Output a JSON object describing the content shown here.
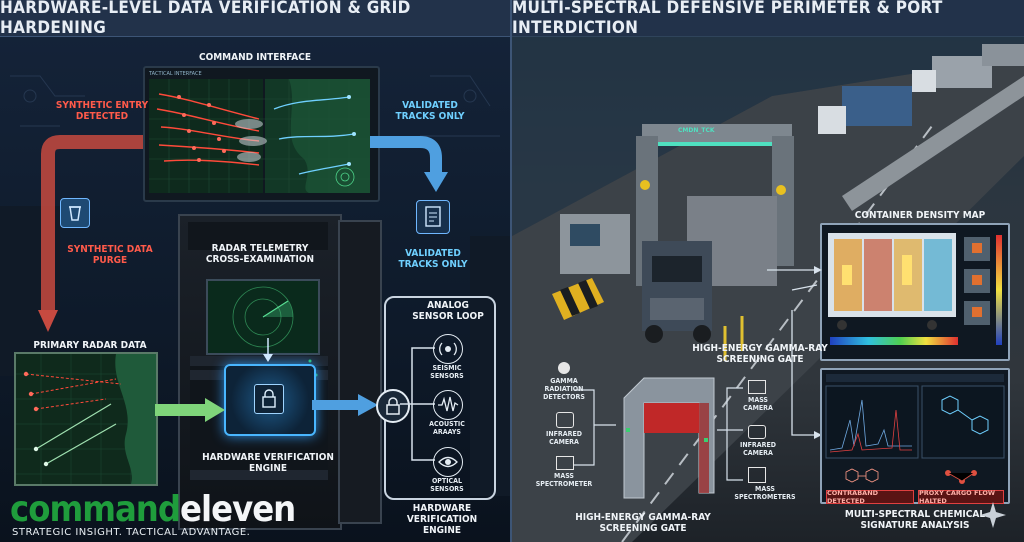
{
  "left": {
    "title": "HARDWARE-LEVEL DATA VERIFICATION & GRID HARDENING",
    "command_interface": "COMMAND INTERFACE",
    "tactical_interface": "TACTICAL INTERFACE",
    "synthetic_entry": "SYNTHETIC ENTRY DETECTED",
    "validated_tracks_top": "VALIDATED TRACKS ONLY",
    "synthetic_purge": "SYNTHETIC DATA PURGE",
    "validated_tracks_mid": "VALIDATED TRACKS ONLY",
    "radar_telemetry": "RADAR TELEMETRY CROSS-EXAMINATION",
    "primary_radar": "PRIMARY RADAR DATA",
    "hw_engine_inner": "HARDWARE VERIFICATION ENGINE",
    "analog_loop": "ANALOG SENSOR LOOP",
    "seismic": "SEISMIC SENSORS",
    "acoustic": "ACOUSTIC ARAAYS",
    "optical": "OPTICAL SENSORS",
    "hw_engine_outer": "HARDWARE VERIFICATION ENGINE",
    "logo_part1": "command",
    "logo_part2": "eleven",
    "tagline": "STRATEGIC INSIGHT. TACTICAL ADVANTAGE."
  },
  "right": {
    "title": "MULTI-SPECTRAL DEFENSIVE PERIMETER & PORT INTERDICTION",
    "container_map": "CONTAINER DENSITY MAP",
    "gate_top": "HIGH-ENERGY GAMMA-RAY SCREENING GATE",
    "gamma_detectors": "GAMMA RADIATION DETECTORS",
    "infrared_left": "INFRARED CAMERA",
    "mass_spec_left": "MASS SPECTROMETER",
    "mass_camera": "MASS CAMERA",
    "infrared_right": "INFRARED CAMERA",
    "mass_spec_right": "MASS SPECTROMETERS",
    "gate_bottom": "HIGH-ENERGY GAMMA-RAY SCREENING GATE",
    "chemical": "MULTI-SPECTRAL CHEMICAL SIGNATURE ANALYSIS",
    "contraband": "CONTRABAND DETECTED",
    "proxy_cargo": "PROXY CARGO FLOW HALTED",
    "gate_sign": "CMDN_TCK"
  },
  "colors": {
    "synthetic_red": "#ff5a4a",
    "validated_cyan": "#6fd0ff",
    "brand_green": "#1f9d3c",
    "arrow_blue": "#4f9fe0",
    "arrow_green": "#7fd47a"
  },
  "icons": [
    "recycle-bin-icon",
    "document-check-icon",
    "padlock-icon",
    "seismic-wave-icon",
    "acoustic-wave-icon",
    "eye-icon",
    "radiation-icon",
    "camera-icon",
    "spectrometer-icon",
    "sparkle-icon"
  ]
}
